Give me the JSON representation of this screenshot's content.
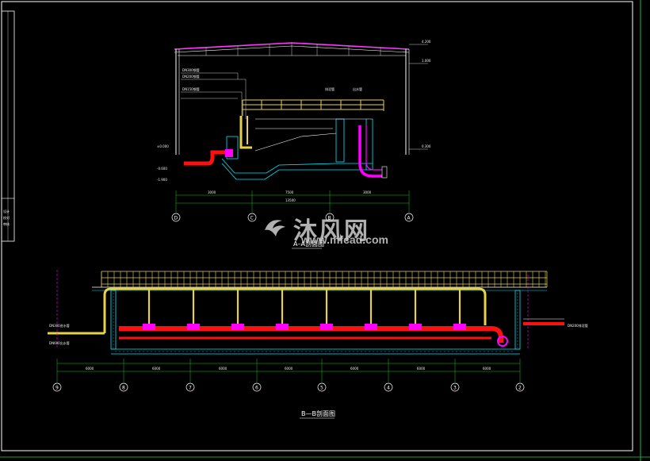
{
  "drawing": {
    "section_top_label": "A–A剖面图",
    "section_bottom_label": "B—B剖面图",
    "side_notes": [
      "设计",
      "校对",
      "审核"
    ]
  },
  "top_section": {
    "axes": [
      "D",
      "C",
      "B",
      "A"
    ],
    "dims": [
      "3000",
      "7500",
      "3000",
      "13500"
    ],
    "level_tags": [
      "4.200",
      "1.000",
      "0.300",
      "±0.000",
      "-0.600",
      "-1.900"
    ],
    "annotations": [
      "DN300钢管",
      "DN200钢管",
      "DN150钢管",
      "排泥管",
      "出水管"
    ]
  },
  "bottom_section": {
    "axes": [
      "9",
      "8",
      "7",
      "6",
      "5",
      "4",
      "3",
      "2"
    ],
    "dims": [
      "6000",
      "6000",
      "6000",
      "6000",
      "6000",
      "6000",
      "6000"
    ],
    "annotations": [
      "DN300进水管",
      "DN600出水管",
      "DN200排泥管"
    ]
  },
  "watermark": {
    "brand": "沐风网",
    "url": "www.mfcad.com"
  },
  "colors": {
    "background": "#000000",
    "frame": "#ffffff",
    "border_green": "#1f9b2e",
    "pipe_red": "#ff1010",
    "pipe_magenta": "#ff00ff",
    "railing_yellow": "#e6d24a",
    "wall_cyan": "#00e5ff",
    "dim_green": "#19c419"
  }
}
